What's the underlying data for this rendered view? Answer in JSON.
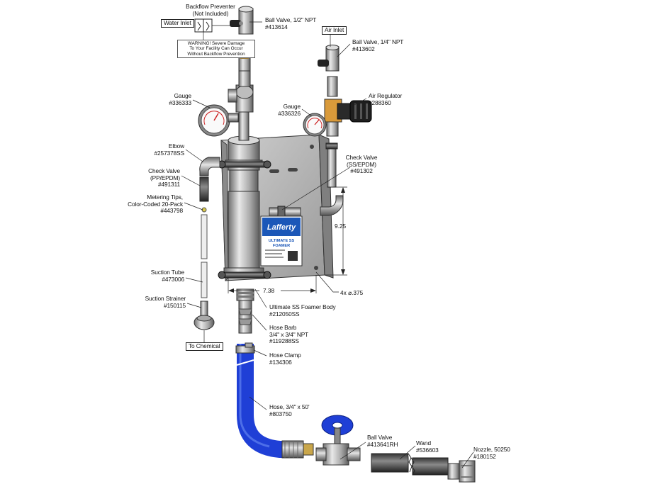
{
  "labels": {
    "backflow": "Backflow Preventer\n(Not Included)",
    "water_inlet": "Water Inlet",
    "warning": "WARNING! Severe Damage\nTo Your Facility Can Occur\nWithout Backflow Prevention",
    "ball_valve_half": "Ball Valve, 1/2\" NPT\n#413614",
    "air_inlet": "Air Inlet",
    "ball_valve_quarter": "Ball Valve, 1/4\" NPT\n#413602",
    "air_regulator": "Air Regulator\n#288360",
    "gauge_left": "Gauge\n#336333",
    "gauge_right": "Gauge\n#336326",
    "elbow": "Elbow\n#257378SS",
    "check_valve_left": "Check Valve\n(PP/EPDM)\n#491311",
    "check_valve_right": "Check Valve\n(SS/EPDM)\n#491302",
    "metering_tips": "Metering Tips,\nColor-Coded 20-Pack\n#443798",
    "suction_tube": "Suction Tube\n#473006",
    "suction_strainer": "Suction Strainer\n#150115",
    "to_chemical": "To Chemical",
    "foamer_body": "Ultimate SS Foamer Body\n#212050SS",
    "hose_barb": "Hose Barb\n3/4\" x 3/4\" NPT\n#119288SS",
    "hose_clamp": "Hose Clamp\n#134306",
    "hose": "Hose, 3/4\" x 50'\n#803750",
    "ball_valve_rh": "Ball Valve\n#413641RH",
    "wand": "Wand\n#536603",
    "nozzle": "Nozzle, 50250\n#180152"
  },
  "dimensions": {
    "height": "9.25",
    "width": "7.38",
    "holes": "4x ⌀.375"
  },
  "brand": {
    "logo": "Lafferty",
    "product_line1": "ULTIMATE SS",
    "product_line2": "FOAMER"
  },
  "colors": {
    "hose_blue": "#1f3fd6",
    "plate_gray": "#b9b9b9",
    "steel": "#cfcfcf",
    "brass": "#d99a3a",
    "label_blue": "#1b57b8"
  }
}
